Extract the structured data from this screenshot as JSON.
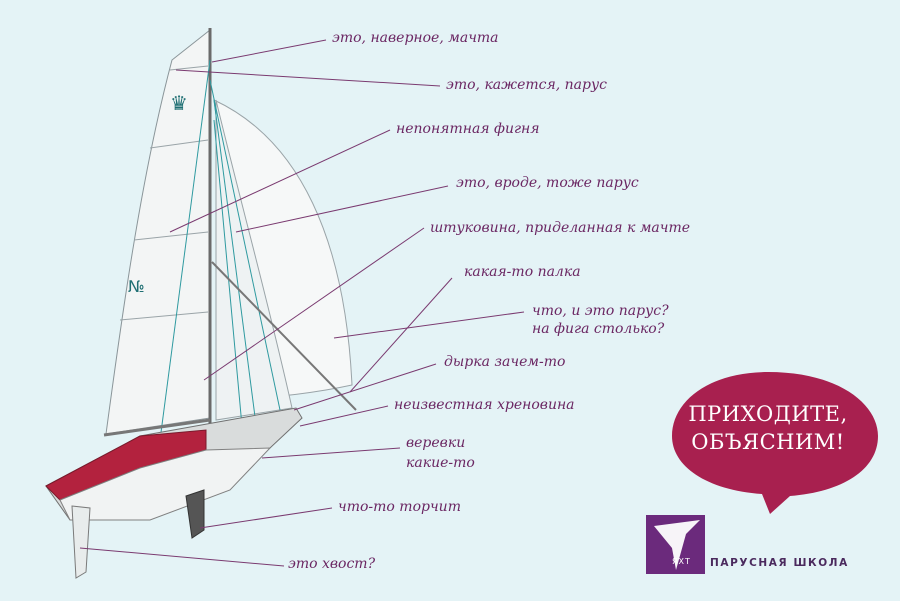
{
  "labels": {
    "mast": "это, наверное, мачта",
    "sail": "это, кажется, парус",
    "unclear_thing": "непонятная фигня",
    "also_sail": "это, вроде, тоже парус",
    "mast_gadget": "штуковина, приделанная к мачте",
    "some_stick": "какая-то палка",
    "spinnaker_line1": "что, и это парус?",
    "spinnaker_line2": "на фига столько?",
    "hole": "дырка зачем-то",
    "unknown_thing": "неизвестная хреновина",
    "ropes_line1": "веревки",
    "ropes_line2": "какие-то",
    "sticking_out": "что-то  торчит",
    "tail": "это хвост?"
  },
  "bubble": {
    "line1": "ПРИХОДИТЕ,",
    "line2": "ОБЪЯСНИМ!"
  },
  "brand": {
    "logo_text": "ЯХТ",
    "name": "ПАРУСНАЯ ШКОЛА"
  },
  "colors": {
    "background": "#e4f3f6",
    "label_text": "#6b2763",
    "leader_lines": "#7a3a70",
    "bubble": "#a8204f",
    "logo": "#6b2a7c",
    "hull_red": "#b3223e"
  }
}
